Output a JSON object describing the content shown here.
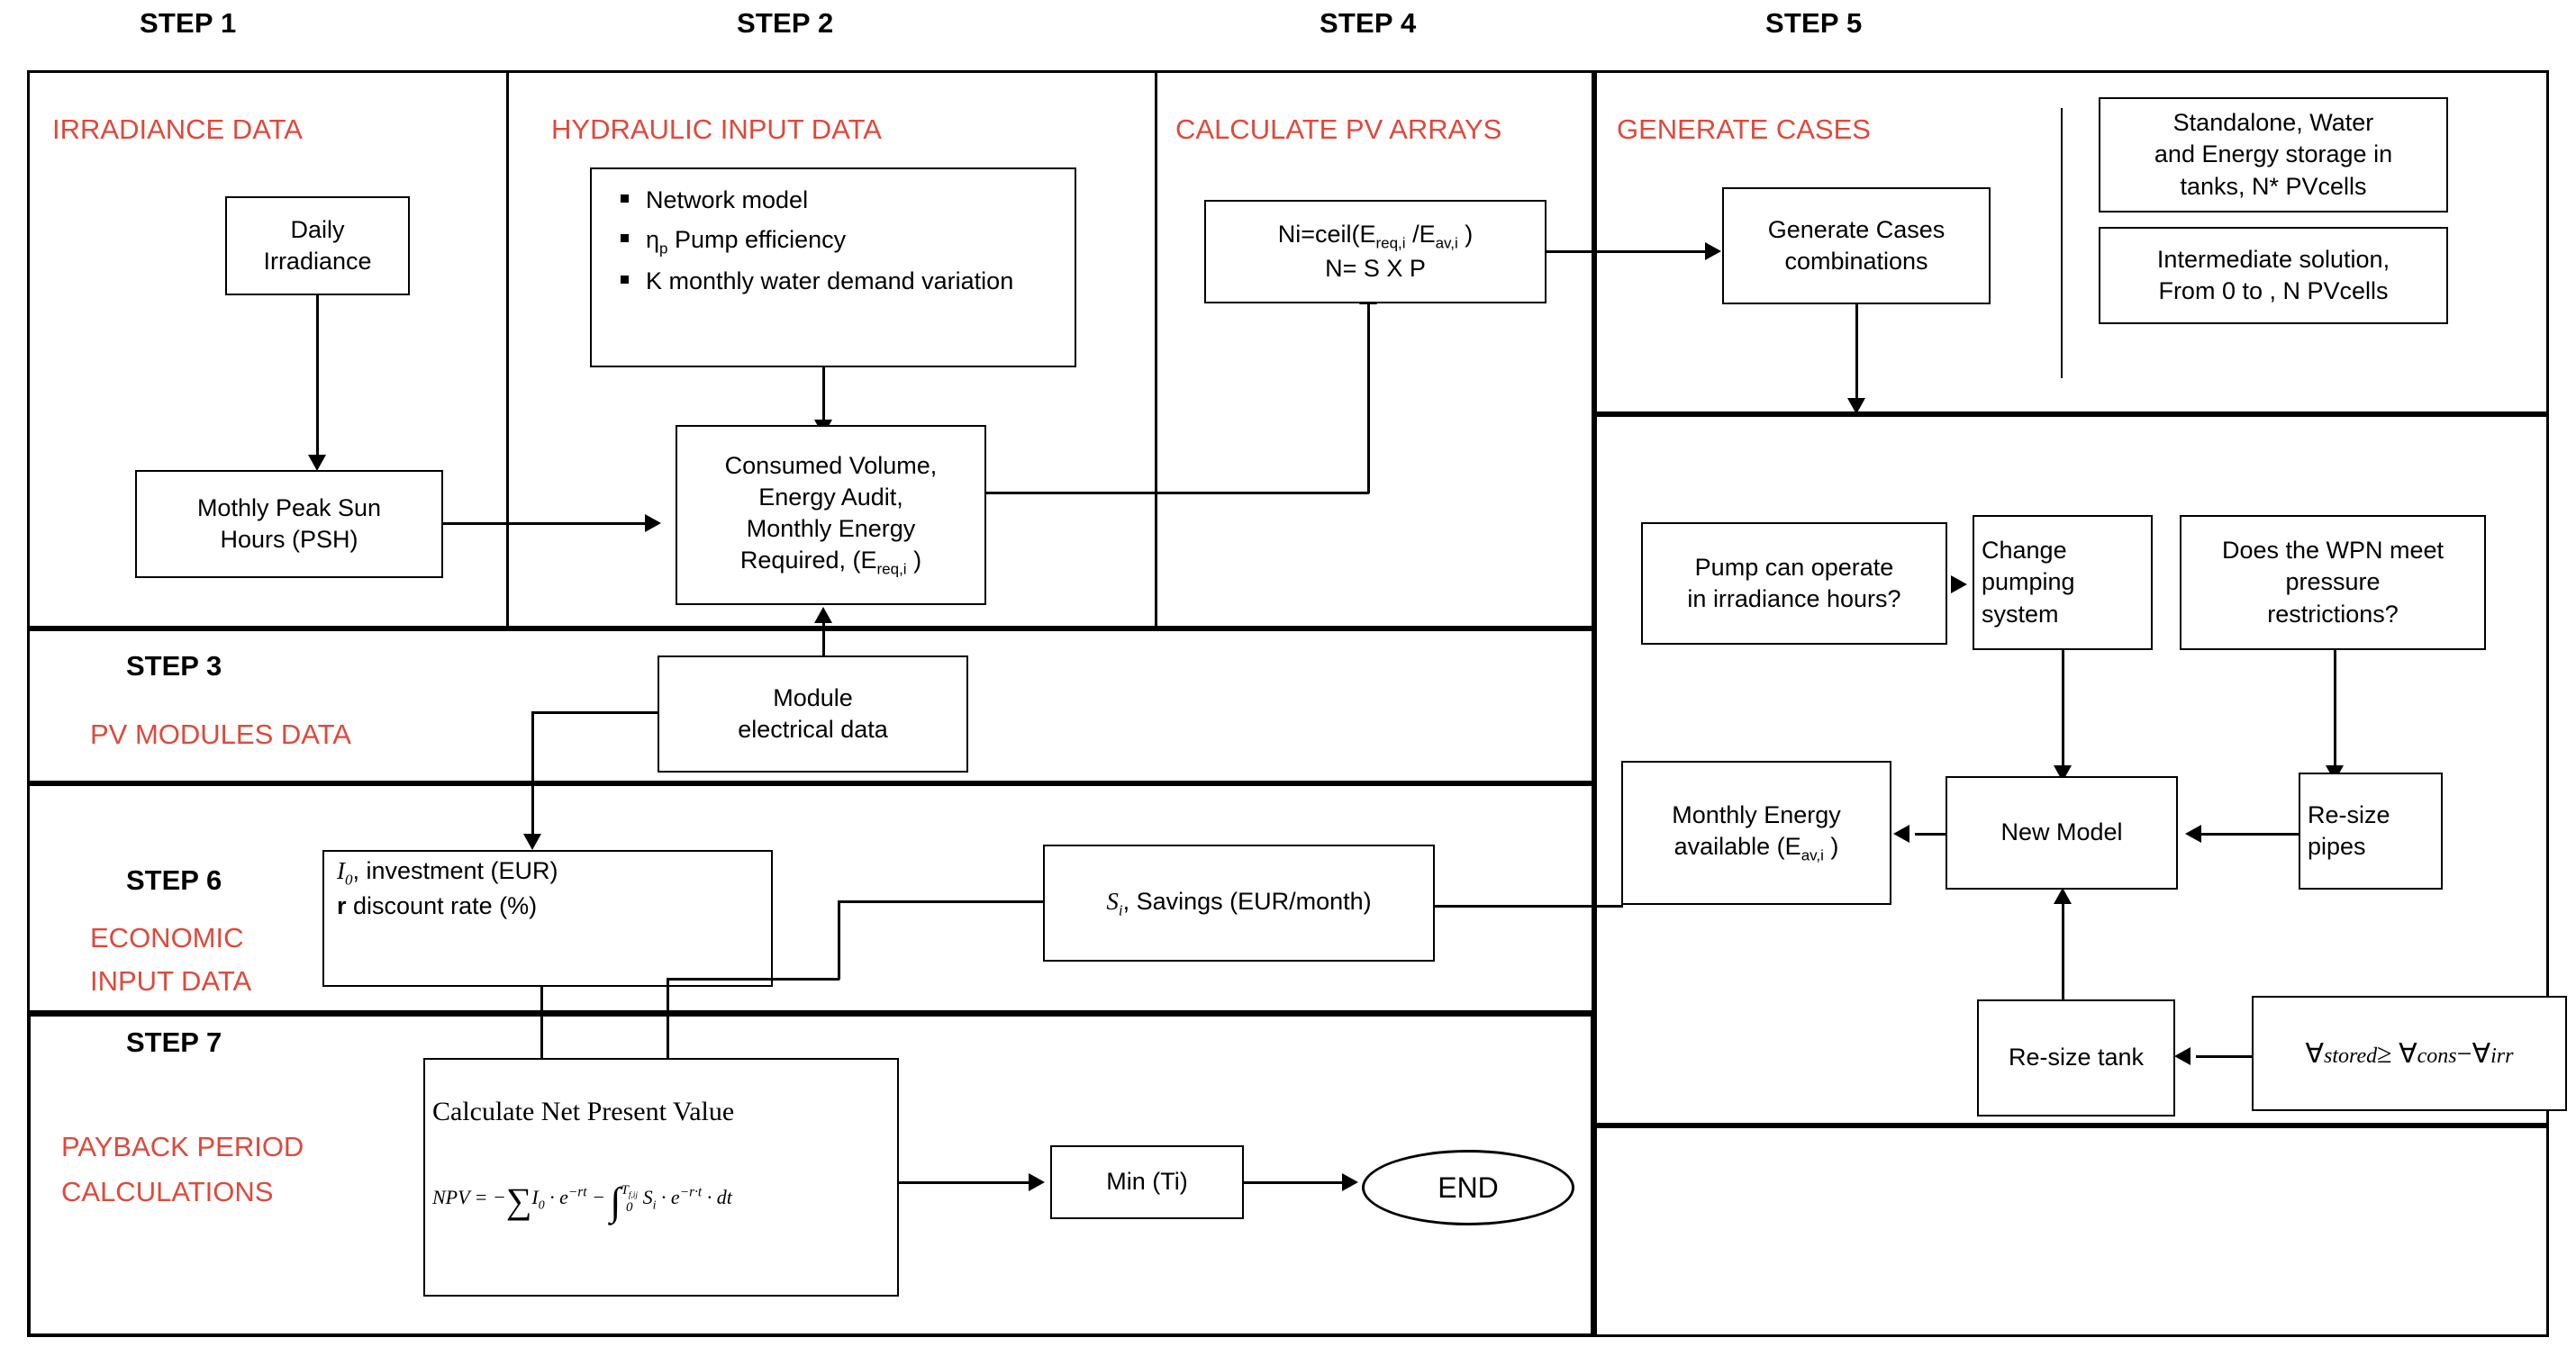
{
  "steps": {
    "s1": "STEP 1",
    "s2": "STEP 2",
    "s3": "STEP 3",
    "s4": "STEP 4",
    "s5": "STEP 5",
    "s6": "STEP 6",
    "s7": "STEP 7"
  },
  "section_titles": {
    "irradiance": "IRRADIANCE DATA",
    "hydraulic": "HYDRAULIC INPUT DATA",
    "pv_arrays": "CALCULATE  PV ARRAYS",
    "generate_cases": "GENERATE CASES",
    "pv_modules": "PV MODULES DATA",
    "economic": "ECONOMIC",
    "economic2": "INPUT DATA",
    "payback": "PAYBACK PERIOD",
    "payback2": "CALCULATIONS"
  },
  "boxes": {
    "daily_irradiance_l1": "Daily",
    "daily_irradiance_l2": "Irradiance",
    "psh_l1": "Mothly Peak Sun",
    "psh_l2": "Hours (PSH)",
    "hydraulic_bullets": [
      "Network model",
      "ηp Pump efficiency",
      "K monthly water demand variation"
    ],
    "consumed_l1": "Consumed Volume,",
    "consumed_l2": "Energy Audit,",
    "consumed_l3": "Monthly Energy",
    "consumed_l4": "Required, (Ereq,i )",
    "module_l1": "Module",
    "module_l2": "electrical data",
    "pv_calc_l1": "Ni=ceil(Ereq,i /Eav,i )",
    "pv_calc_l2": "N= S X P",
    "generate_cases_l1": "Generate  Cases",
    "generate_cases_l2": "combinations",
    "case_a_l1": "Standalone, Water",
    "case_a_l2": "and Energy storage in",
    "case_a_l3": "tanks, N* PVcells",
    "case_b_l1": "Intermediate solution,",
    "case_b_l2": "From 0 to , N PVcells",
    "pump_operate_l1": "Pump can operate",
    "pump_operate_l2": "in irradiance hours?",
    "change_pumping_l1": "Change",
    "change_pumping_l2": "pumping",
    "change_pumping_l3": "system",
    "wpn_l1": "Does the WPN meet",
    "wpn_l2": "pressure",
    "wpn_l3": "restrictions?",
    "new_model": "New Model",
    "resize_pipes_l1": "Re-size",
    "resize_pipes_l2": "pipes",
    "monthly_energy_l1": "Monthly Energy",
    "monthly_energy_l2": "available (Eav,i )",
    "resize_tank": "Re-size tank",
    "volume_condition": "∀stored ≥ ∀cons −∀irr",
    "investment_l1": "I0, investment (EUR)",
    "investment_l2": "r discount rate (%)",
    "savings": "Si, Savings (EUR/month)",
    "npv_title": "Calculate Net Present Value",
    "npv_equation": "NPV = − Σ I0 · e−rt − ∫0Tf,ij Si · e−r·t · dt",
    "min_ti": "Min (Ti)",
    "end": "END"
  },
  "colors": {
    "red_accent": "#E0483A",
    "line": "#000000",
    "background": "#FFFFFF"
  }
}
